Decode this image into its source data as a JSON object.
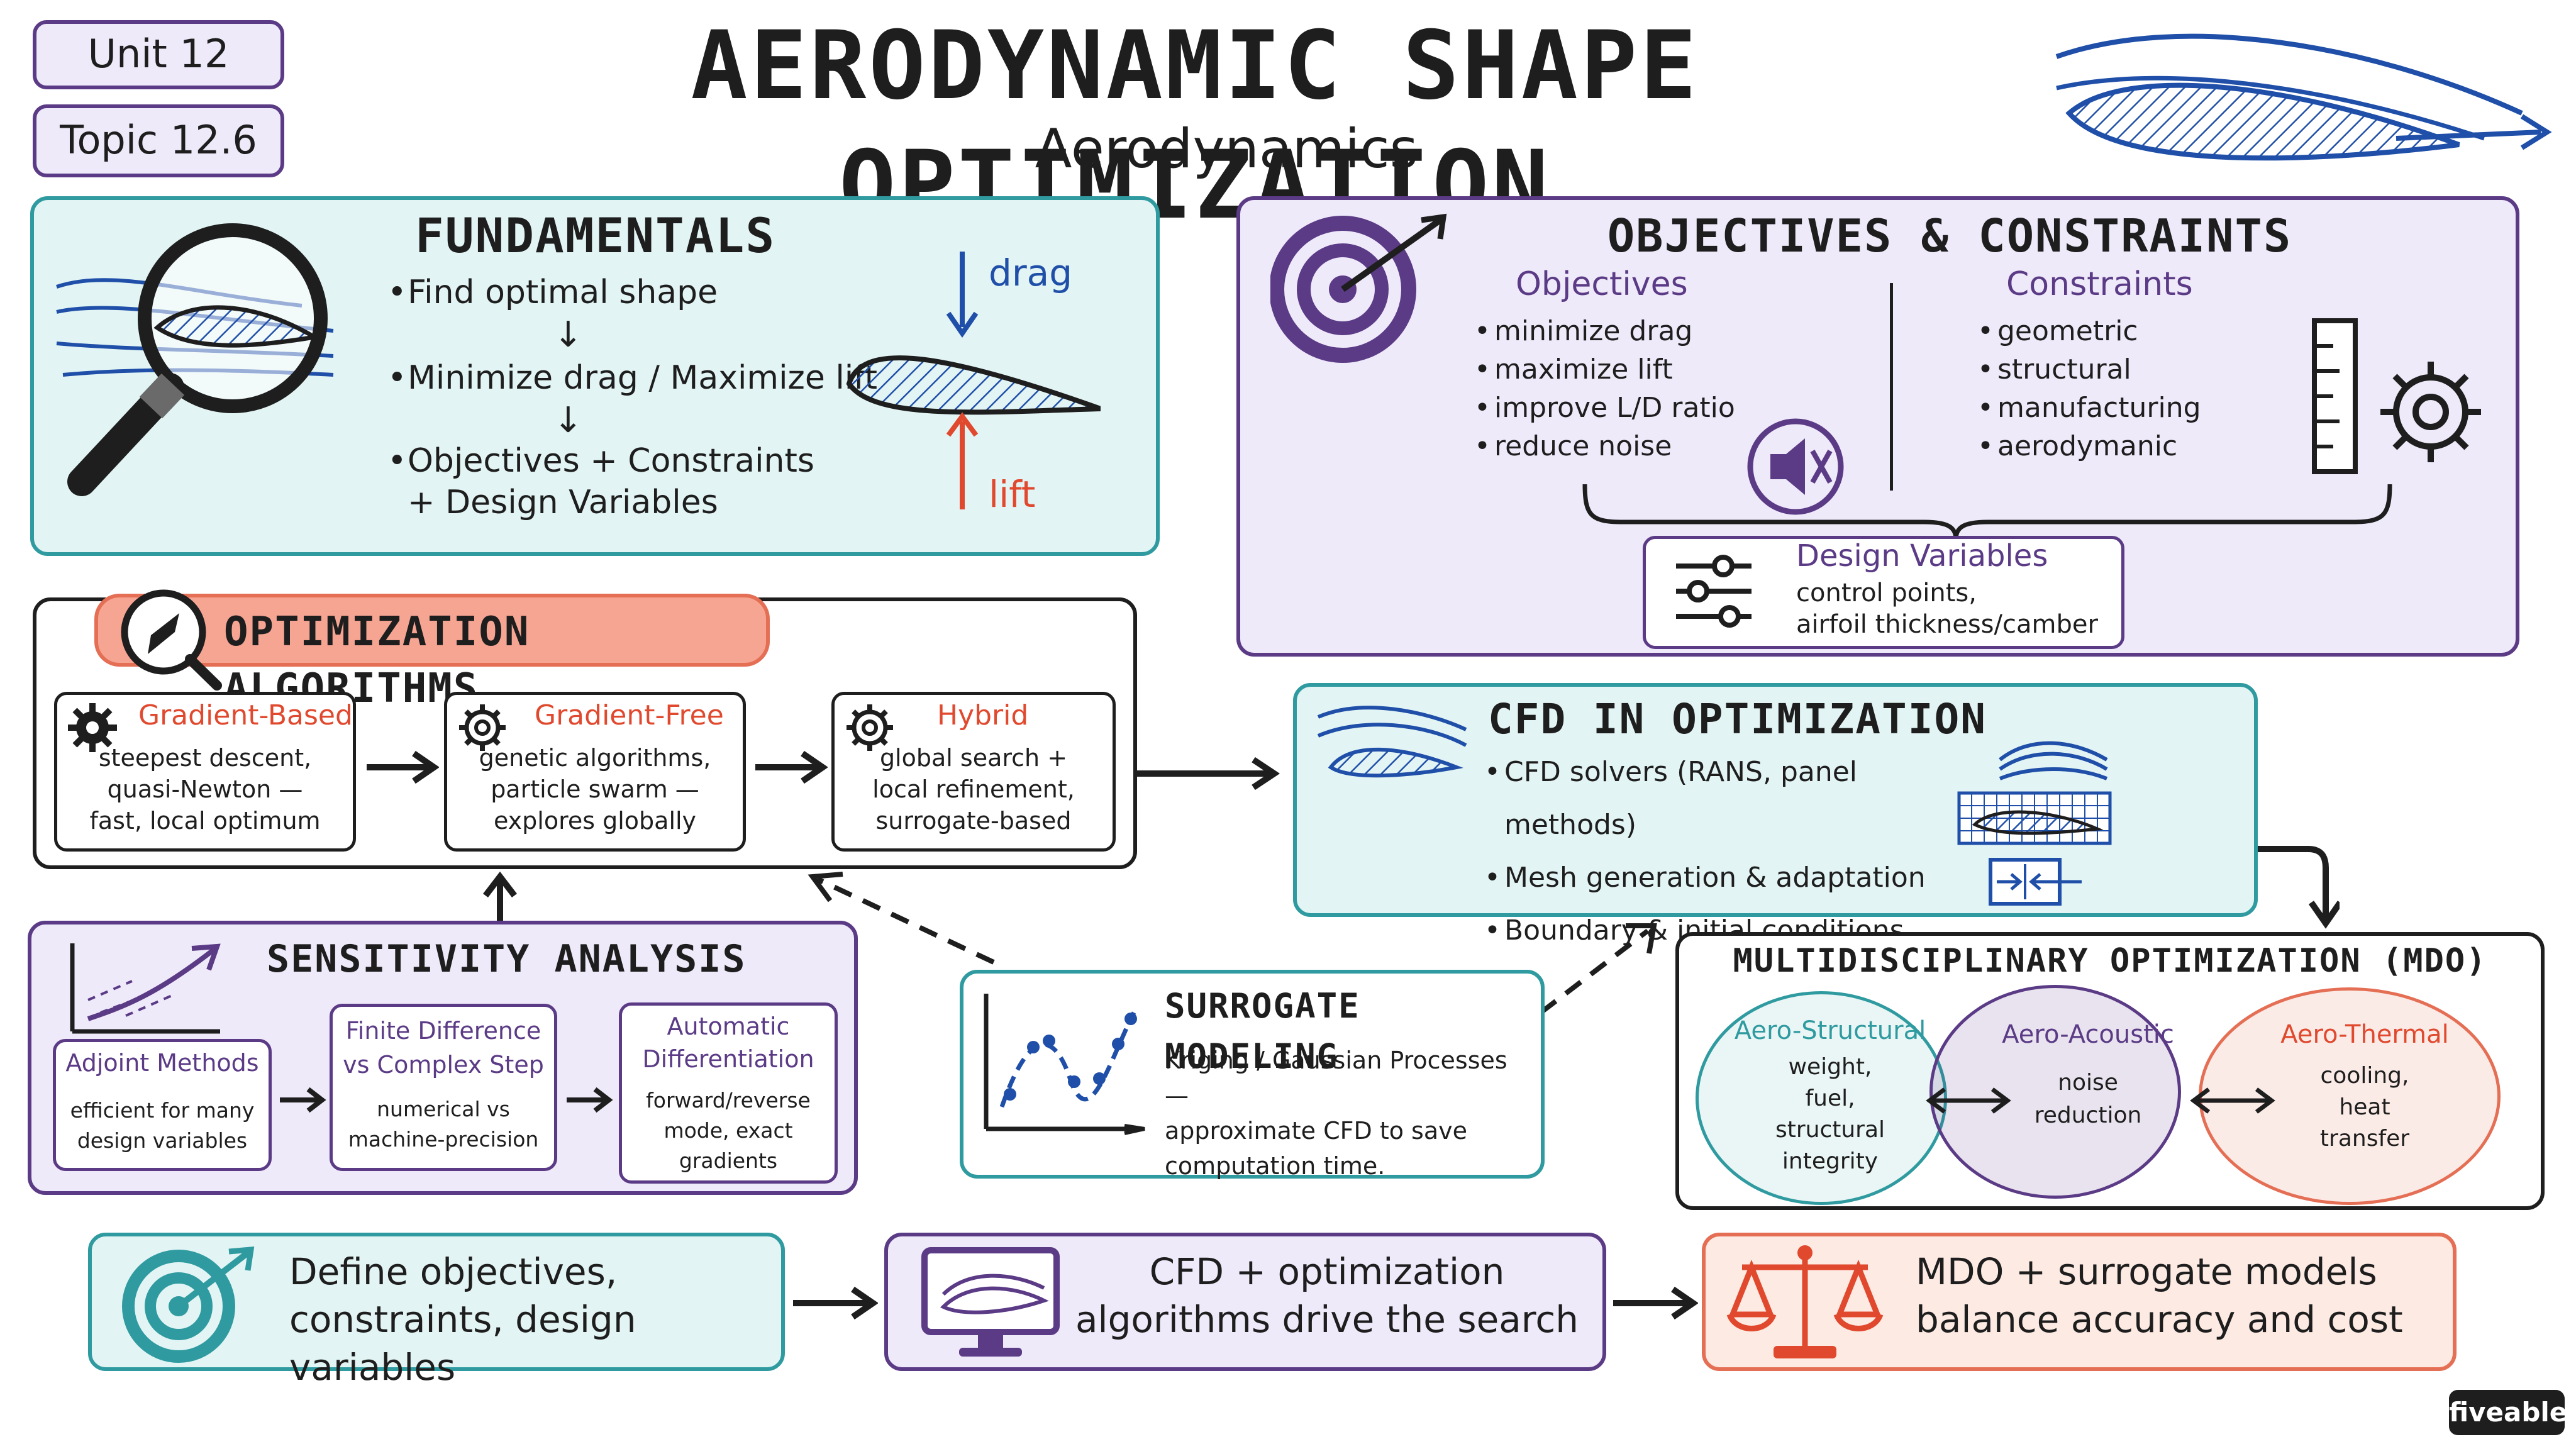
{
  "header": {
    "unit": "Unit 12",
    "topic": "Topic 12.6",
    "title": "AERODYNAMIC SHAPE OPTIMIZATION",
    "subtitle": "Aerodynamics"
  },
  "fundamentals": {
    "title": "FUNDAMENTALS",
    "items": [
      "Find optimal shape",
      "Minimize drag / Maximize lift",
      "Objectives + Constraints + Design Variables"
    ],
    "drag": "drag",
    "lift": "lift"
  },
  "objectives_constraints": {
    "title": "OBJECTIVES & CONSTRAINTS",
    "objectives_title": "Objectives",
    "objectives": [
      "minimize drag",
      "maximize lift",
      "improve L/D ratio",
      "reduce noise"
    ],
    "constraints_title": "Constraints",
    "constraints": [
      "geometric",
      "structural",
      "manufacturing",
      "aerodymanic"
    ],
    "dv_title": "Design Variables",
    "dv_text": [
      "control points,",
      "airfoil thickness/camber"
    ]
  },
  "algorithms": {
    "title": "OPTIMIZATION ALGORITHMS",
    "cards": [
      {
        "title": "Gradient-Based",
        "lines": [
          "steepest descent,",
          "quasi-Newton —",
          "fast, local optimum"
        ]
      },
      {
        "title": "Gradient-Free",
        "lines": [
          "genetic algorithms,",
          "particle swarm —",
          "explores globally"
        ]
      },
      {
        "title": "Hybrid",
        "lines": [
          "global search +",
          "local refinement,",
          "surrogate-based"
        ]
      }
    ]
  },
  "cfd": {
    "title": "CFD IN OPTIMIZATION",
    "items": [
      "CFD solvers (RANS, panel methods)",
      "Mesh generation & adaptation",
      "Boundary & initial conditions"
    ]
  },
  "sensitivity": {
    "title": "SENSITIVITY ANALYSIS",
    "cards": [
      {
        "title": "Adjoint Methods",
        "lines": [
          "efficient for many",
          "design variables"
        ]
      },
      {
        "title": "Finite Difference vs Complex Step",
        "title_lines": [
          "Finite Difference",
          "vs Complex Step"
        ],
        "lines": [
          "numerical vs",
          "machine-precision"
        ]
      },
      {
        "title": "Automatic Differentiation",
        "title_lines": [
          "Automatic",
          "Differentiation"
        ],
        "lines": [
          "forward/reverse",
          "mode, exact",
          "gradients"
        ]
      }
    ]
  },
  "surrogate": {
    "title": "SURROGATE MODELING",
    "lines": [
      "Kriging / Gaussian Processes —",
      "approximate CFD to save",
      "computation time."
    ]
  },
  "mdo": {
    "title": "MULTIDISCIPLINARY OPTIMIZATION (MDO)",
    "circles": [
      {
        "title": "Aero-Structural",
        "lines": [
          "weight,",
          "fuel,",
          "structural",
          "integrity"
        ]
      },
      {
        "title": "Aero-Acoustic",
        "lines": [
          "noise",
          "reduction"
        ]
      },
      {
        "title": "Aero-Thermal",
        "lines": [
          "cooling,",
          "heat",
          "transfer"
        ]
      }
    ]
  },
  "summary": [
    {
      "lines": [
        "Define objectives,",
        "constraints, design variables"
      ]
    },
    {
      "lines": [
        "CFD + optimization",
        "algorithms drive the search"
      ]
    },
    {
      "lines": [
        "MDO + surrogate models",
        "balance accuracy and cost"
      ]
    }
  ],
  "brand": "fiveable",
  "colors": {
    "teal": "#2f9ba0",
    "purple": "#5b3b86",
    "coral": "#e46f55",
    "blue": "#1f4fa8",
    "red": "#e0492e"
  }
}
